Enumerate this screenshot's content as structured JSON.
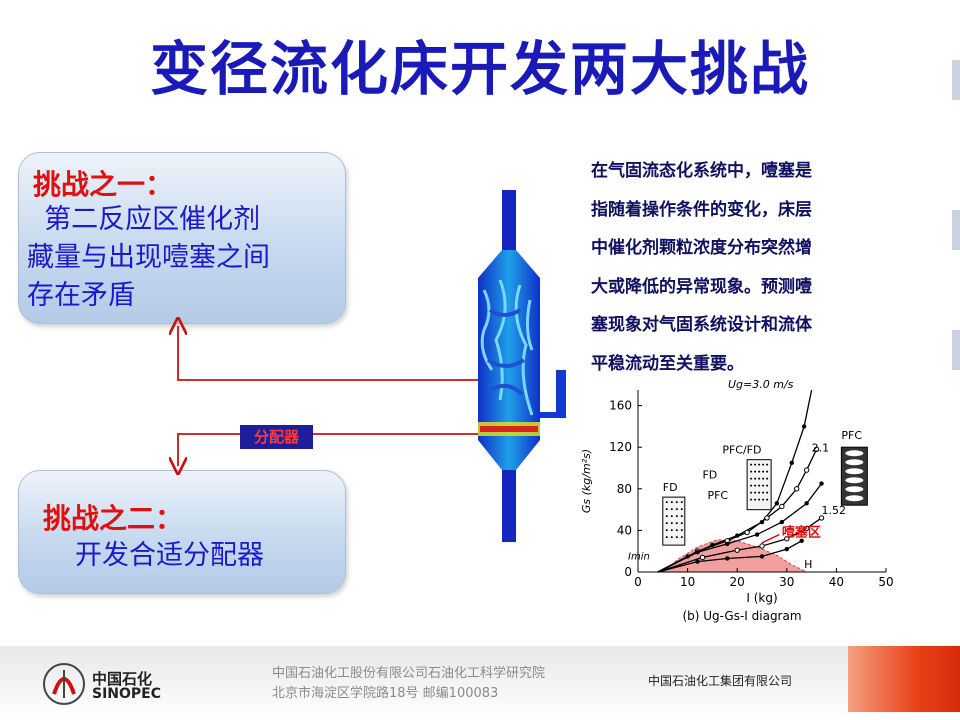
{
  "title": "变径流化床开发两大挑战",
  "challenge1": {
    "title": "挑战之一：",
    "body": "  第二反应区催化剂\n藏量与出现噎塞之间\n存在矛盾"
  },
  "challenge2": {
    "title": "挑战之二：",
    "body": "开发合适分配器"
  },
  "distributor_label": "分配器",
  "paragraph": [
    "在气固流态化系统中，噎塞是",
    "指随着操作条件的变化，床层",
    "中催化剂颗粒浓度分布突然增",
    "大或降低的异常现象。预测噎",
    "塞现象对气固系统设计和流体",
    "平稳流动至关重要。"
  ],
  "chart_data": {
    "type": "line",
    "caption": "(b) Ug-Gs-I diagram",
    "xlabel": "I (kg)",
    "ylabel": "Gs (kg/m²s)",
    "xlim": [
      0,
      50
    ],
    "ylim": [
      0,
      175
    ],
    "xticks": [
      0,
      10,
      20,
      30,
      40,
      50
    ],
    "yticks": [
      0,
      40,
      80,
      120,
      160
    ],
    "series": [
      {
        "name": "Ug=3.0 m/s",
        "marker": "filled",
        "x": [
          4,
          10,
          15,
          20,
          25,
          28,
          31,
          33.5,
          35
        ],
        "y": [
          0,
          15,
          26,
          35,
          48,
          66,
          105,
          140,
          180
        ]
      },
      {
        "name": "2.1",
        "marker": "open",
        "x": [
          4,
          12,
          18,
          22,
          26,
          29,
          32,
          34,
          36
        ],
        "y": [
          0,
          20,
          30,
          38,
          52,
          63,
          80,
          98,
          118
        ]
      },
      {
        "name": "",
        "marker": "filled",
        "x": [
          4,
          12,
          18,
          24,
          29,
          34,
          37
        ],
        "y": [
          0,
          19,
          27,
          36,
          48,
          66,
          85
        ]
      },
      {
        "name": "1.52",
        "marker": "open",
        "x": [
          4,
          13,
          20,
          25,
          30,
          34,
          37
        ],
        "y": [
          0,
          14,
          21,
          25,
          32,
          42,
          52
        ]
      },
      {
        "name": "",
        "marker": "filled",
        "x": [
          4,
          12,
          18,
          25,
          30,
          33
        ],
        "y": [
          0,
          10,
          13,
          15,
          22,
          30
        ]
      }
    ],
    "choking_region": {
      "label": "噎塞区",
      "x": [
        5,
        8,
        12,
        16,
        20,
        24,
        28,
        31,
        34
      ],
      "y": [
        0,
        12,
        24,
        31,
        30,
        24,
        16,
        7,
        0
      ]
    },
    "annotations": [
      "Ug=3.0 m/s",
      "2.1",
      "1.52",
      "H",
      "FD",
      "PFC/FD",
      "PFC",
      "FD",
      "PFC",
      "Imin",
      "噎塞区"
    ]
  },
  "footer": {
    "logo_cn": "中国石化",
    "logo_en": "SINOPEC",
    "address_line1": "中国石油化工股份有限公司石油化工科学研究院",
    "address_line2": "北京市海淀区学院路18号   邮编100083",
    "group": "中国石油化工集团有限公司"
  },
  "colors": {
    "title": "#1a1ab8",
    "challenge_title": "#e01010",
    "challenge_body": "#1a1acc",
    "arrow": "#cc1010",
    "choke": "#f08080"
  }
}
